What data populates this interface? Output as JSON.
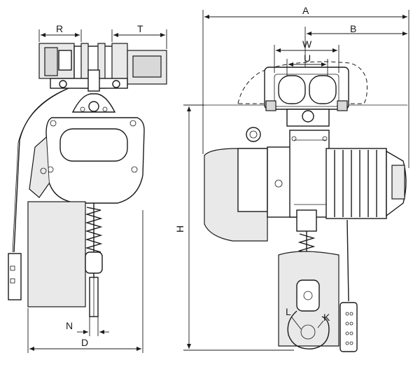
{
  "diagram": {
    "dimension_labels": {
      "A": "A",
      "B": "B",
      "D": "D",
      "H": "H",
      "K": "K",
      "L": "L",
      "N": "N",
      "R": "R",
      "T": "T",
      "U": "U",
      "W": "W"
    }
  }
}
